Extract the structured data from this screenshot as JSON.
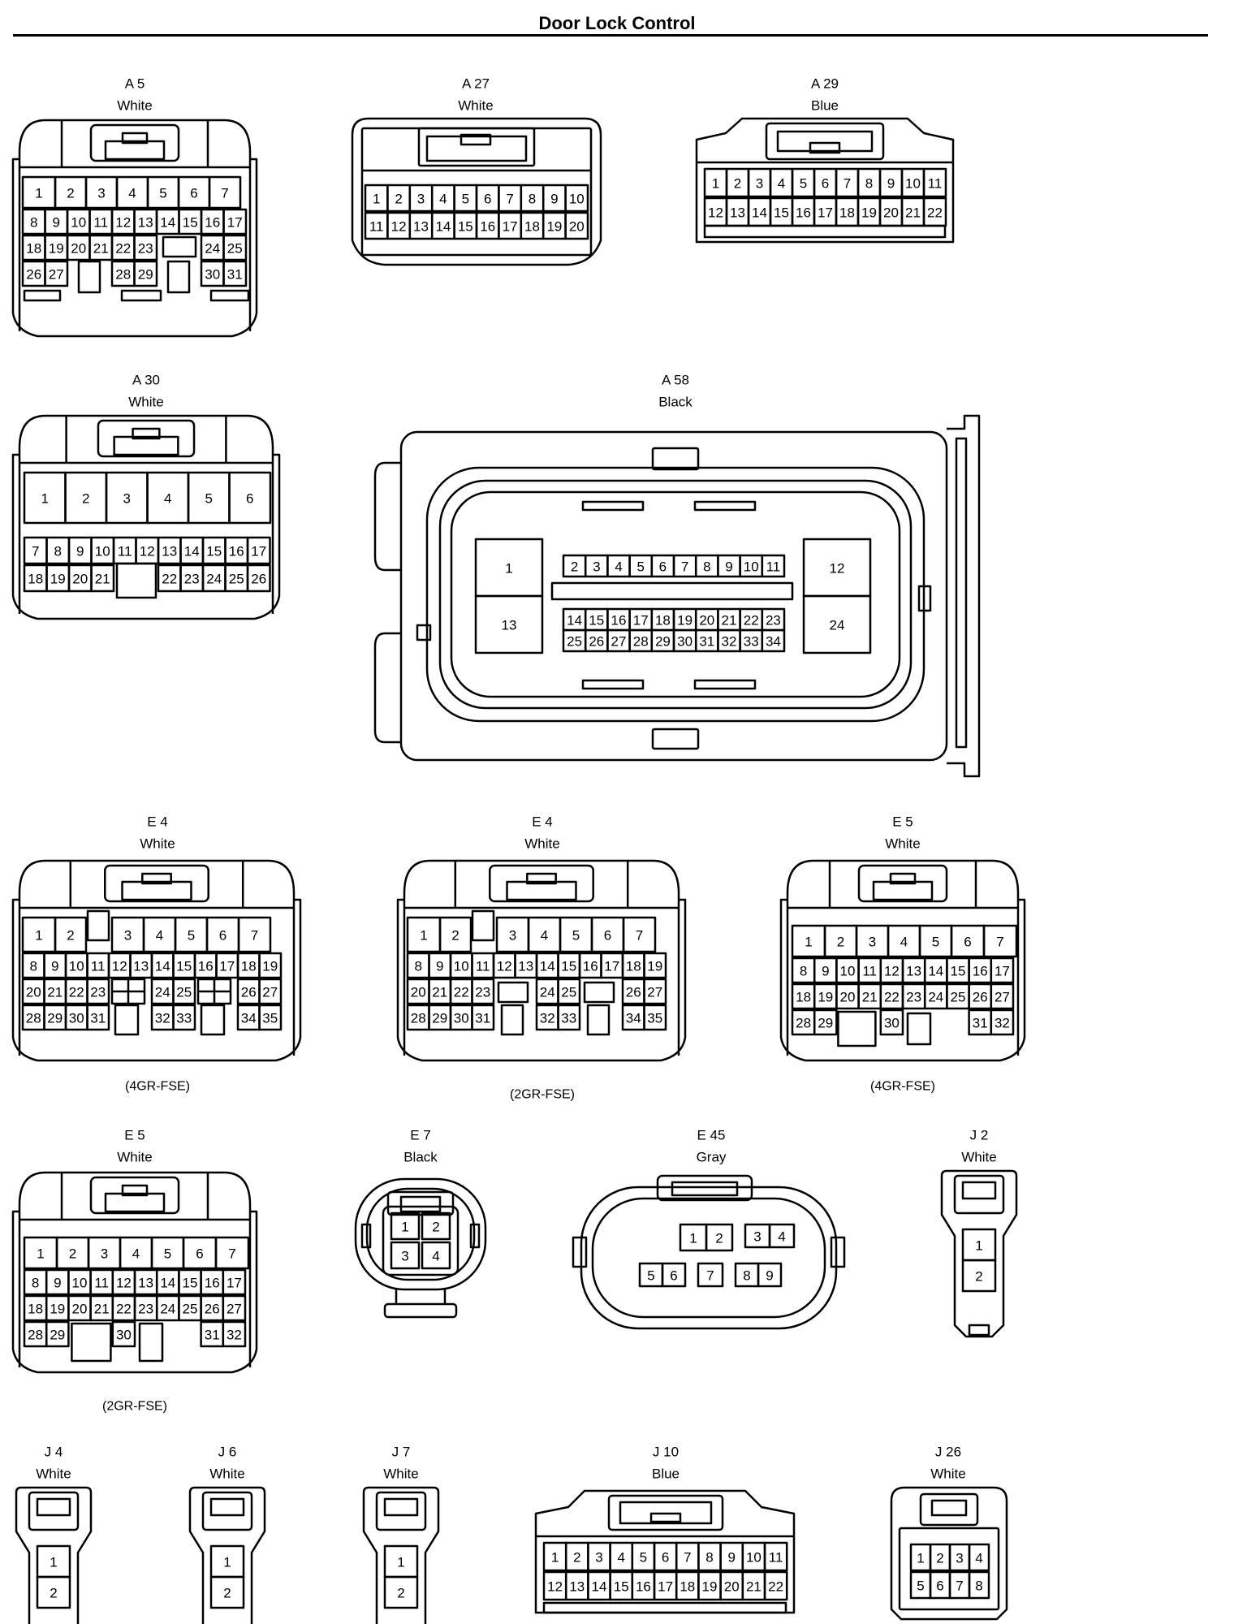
{
  "title": "Door Lock Control",
  "connectors": [
    {
      "id": "A 5",
      "color": "White",
      "note": "",
      "pins": 31
    },
    {
      "id": "A 27",
      "color": "White",
      "note": "",
      "pins": 20
    },
    {
      "id": "A 29",
      "color": "Blue",
      "note": "",
      "pins": 22
    },
    {
      "id": "A 30",
      "color": "White",
      "note": "",
      "pins": 26
    },
    {
      "id": "A 58",
      "color": "Black",
      "note": "",
      "pins": 34
    },
    {
      "id": "E 4",
      "color": "White",
      "note": "(4GR-FSE)",
      "pins": 35
    },
    {
      "id": "E 4",
      "color": "White",
      "note": "(2GR-FSE)",
      "pins": 35
    },
    {
      "id": "E 5",
      "color": "White",
      "note": "(4GR-FSE)",
      "pins": 32
    },
    {
      "id": "E 5",
      "color": "White",
      "note": "(2GR-FSE)",
      "pins": 32
    },
    {
      "id": "E 7",
      "color": "Black",
      "note": "",
      "pins": 4
    },
    {
      "id": "E 45",
      "color": "Gray",
      "note": "",
      "pins": 9
    },
    {
      "id": "J 2",
      "color": "White",
      "note": "",
      "pins": 2
    },
    {
      "id": "J 4",
      "color": "White",
      "note": "",
      "pins": 2
    },
    {
      "id": "J 6",
      "color": "White",
      "note": "",
      "pins": 2
    },
    {
      "id": "J 7",
      "color": "White",
      "note": "",
      "pins": 2
    },
    {
      "id": "J 10",
      "color": "Blue",
      "note": "",
      "pins": 22
    },
    {
      "id": "J 26",
      "color": "White",
      "note": "",
      "pins": 8
    }
  ]
}
